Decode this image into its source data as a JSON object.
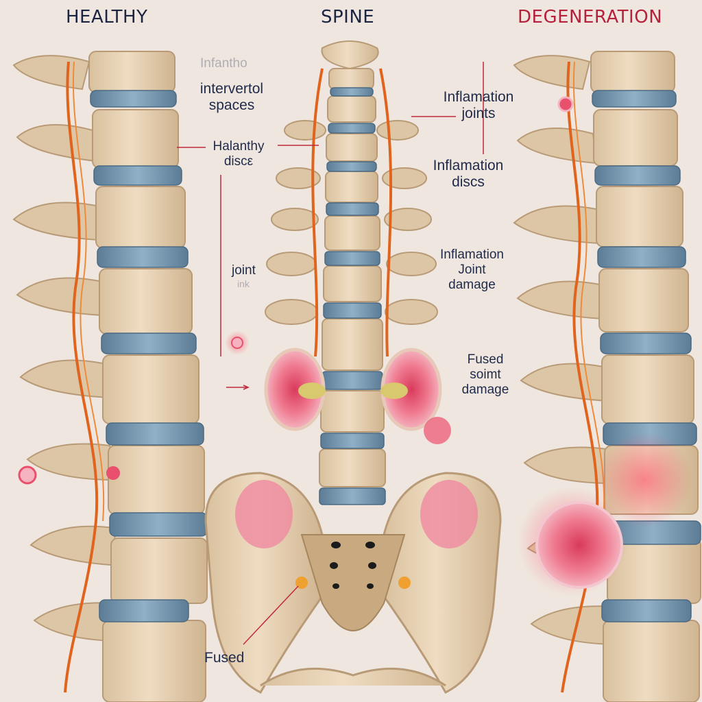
{
  "headers": {
    "left": "HEALTHY",
    "center": "SPINE",
    "right": "DEGENERATION",
    "colors": {
      "left": "#1b2440",
      "center": "#1b2440",
      "right": "#b5213b"
    }
  },
  "labels": {
    "infantho": "Infantho",
    "intervertol_line1": "intervertol",
    "intervertol_line2": "spaces",
    "halanthy_line1": "Halanthy",
    "halanthy_line2": "discε",
    "joint_line1": "joint",
    "joint_line2": "ink",
    "inflamation_joints_line1": "Inflamation",
    "inflamation_joints_line2": "joints",
    "inflamation_discs_line1": "Inflamation",
    "inflamation_discs_line2": "discs",
    "inflamation_damage_line1": "Inflamation",
    "inflamation_damage_line2": "Joint",
    "inflamation_damage_line3": "damage",
    "fused_soimt_line1": "Fused",
    "fused_soimt_line2": "soimt",
    "fused_soimt_line3": "damage",
    "fused_bottom": "Fused"
  },
  "palette": {
    "background": "#efe7df",
    "bone": "#e6d2b6",
    "bone_shadow": "#c6ab88",
    "disc": "#6e8ea6",
    "nerve": "#e0641e",
    "inflammation": "#e8506e"
  },
  "icons": [
    "healthy-spine-illustration",
    "central-spine-illustration",
    "degenerated-spine-illustration",
    "pelvis-illustration",
    "inflammation-spot-icon"
  ]
}
